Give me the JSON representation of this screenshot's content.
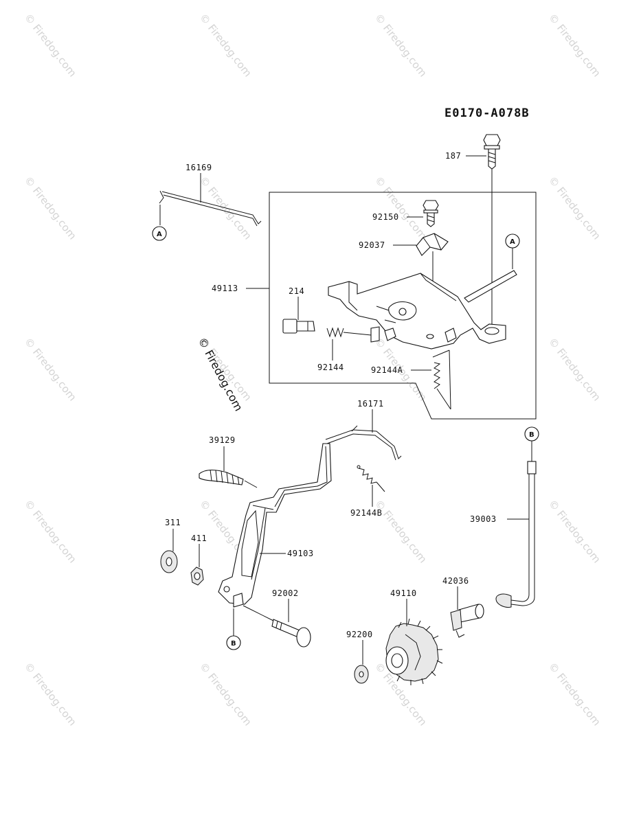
{
  "diagram_code": "E0170-A078B",
  "credit": "© Firedog.com",
  "watermark": "© Firedog.com",
  "callouts": {
    "A": "A",
    "B": "B"
  },
  "parts": {
    "p187": "187",
    "p16169": "16169",
    "p92150": "92150",
    "p92037": "92037",
    "p49113": "49113",
    "p214": "214",
    "p92144": "92144",
    "p92144A": "92144A",
    "p16171": "16171",
    "p39129": "39129",
    "p92144B": "92144B",
    "p311": "311",
    "p411": "411",
    "p49103": "49103",
    "p92002": "92002",
    "p39003": "39003",
    "p49110": "49110",
    "p42036": "42036",
    "p92200": "92200"
  }
}
